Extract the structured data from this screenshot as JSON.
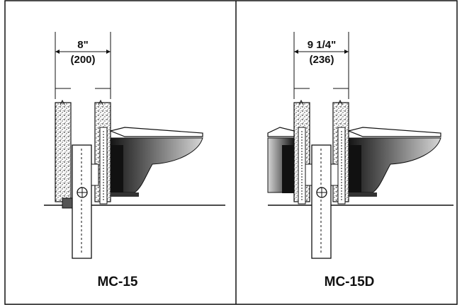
{
  "colors": {
    "line": "#111111",
    "background": "#ffffff",
    "fixture_dark": "#222222",
    "fixture_mid": "#6b6b6b",
    "fixture_light": "#cfcfcf"
  },
  "panels": [
    {
      "model": "MC-15",
      "dimension_imperial": "8\"",
      "dimension_metric": "(200)"
    },
    {
      "model": "MC-15D",
      "dimension_imperial": "9 1/4\"",
      "dimension_metric": "(236)"
    }
  ]
}
